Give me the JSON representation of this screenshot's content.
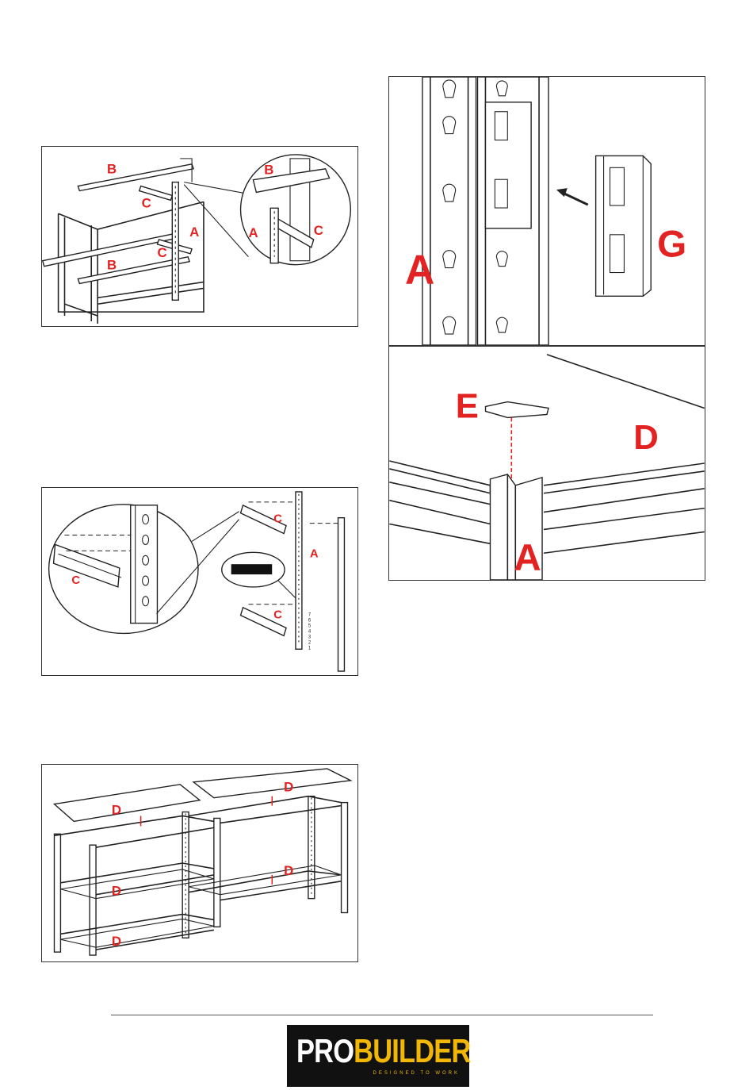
{
  "figure1": {
    "labels": [
      "B",
      "C",
      "A",
      "B",
      "A",
      "C",
      "C",
      "B"
    ]
  },
  "figure2": {
    "labels": [
      "C",
      "C",
      "A",
      "C"
    ],
    "slot_numbers": [
      "1",
      "2",
      "3",
      "4",
      "5",
      "6",
      "7"
    ]
  },
  "figure3": {
    "labels": [
      "D",
      "D",
      "D",
      "D",
      "D"
    ]
  },
  "figure4": {
    "labels": [
      "A",
      "G"
    ]
  },
  "figure5": {
    "labels": [
      "E",
      "D",
      "A"
    ]
  },
  "brand": {
    "part1": "PRO",
    "part2": "BUILDER",
    "tagline": "DESIGNED TO WORK",
    "accent_color": "#f2b705",
    "label_color": "#e32222"
  }
}
